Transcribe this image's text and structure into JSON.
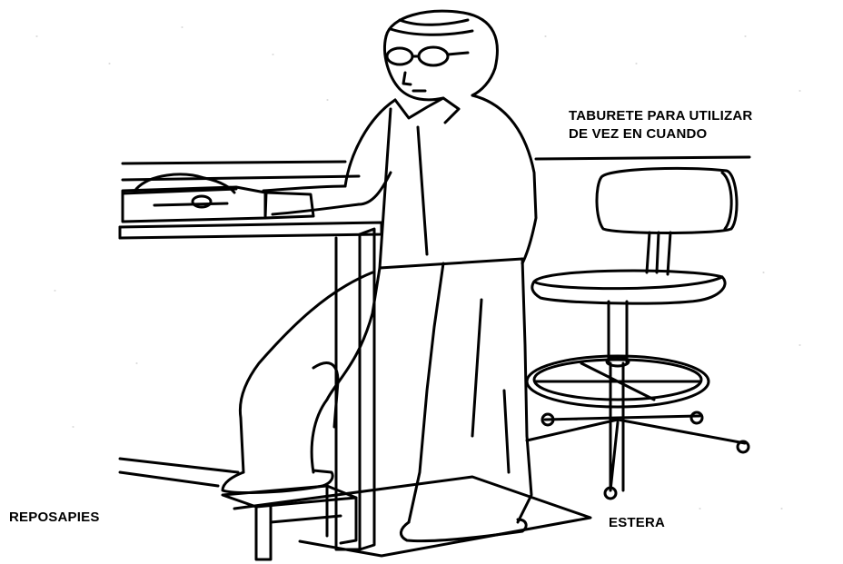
{
  "labels": {
    "stool_line1": "TABURETE PARA UTILIZAR",
    "stool_line2": "DE VEZ EN CUANDO",
    "footrest": "REPOSAPIES",
    "mat": "ESTERA"
  },
  "colors": {
    "ink": "#000000",
    "paper": "#ffffff"
  }
}
